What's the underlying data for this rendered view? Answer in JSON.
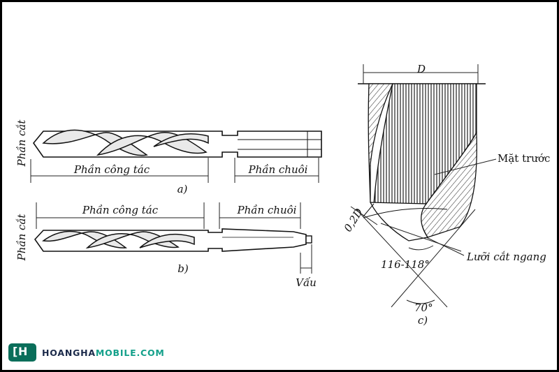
{
  "labels": {
    "a_cutting_part": "Phần cắt",
    "a_working_part": "Phần công tác",
    "a_shank": "Phần chuôi",
    "a_caption": "a)",
    "b_cutting_part": "Phần cắt",
    "b_working_part": "Phần công tác",
    "b_shank": "Phần chuôi",
    "b_caption": "b)",
    "b_tang": "Vấu",
    "c_diameter": "D",
    "c_rake_face": "Mặt trước",
    "c_chisel_edge": "Lưỡi cắt ngang",
    "c_point_angle": "116-118°",
    "c_angle_70": "70°",
    "c_margin": "0,2D",
    "c_caption": "c)"
  },
  "watermark": {
    "brand_primary": "HOANGHA",
    "brand_accent": "MOBILE.COM",
    "logo_icon": "hh-logo-icon",
    "color_primary": "#1b2a4a",
    "color_accent": "#13a08a"
  }
}
